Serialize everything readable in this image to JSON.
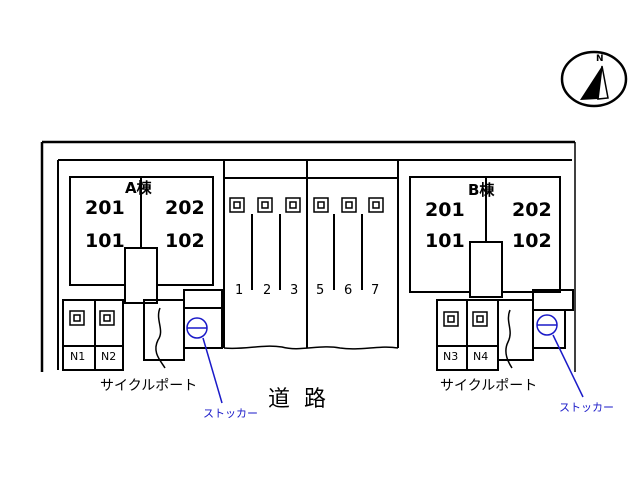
{
  "map": {
    "compass": {
      "label": "N"
    },
    "buildings": [
      {
        "name": "A棟",
        "units": [
          "201",
          "202",
          "101",
          "102"
        ]
      },
      {
        "name": "B棟",
        "units": [
          "201",
          "202",
          "101",
          "102"
        ]
      }
    ],
    "parking_spaces": [
      "1",
      "2",
      "3",
      "5",
      "6",
      "7"
    ],
    "bike_parking": [
      "N1",
      "N2",
      "N3",
      "N4"
    ],
    "cycle_port_label": "サイクルポート",
    "stocker_label": "ストッカー",
    "road_label": "道路",
    "colors": {
      "lines": "#000000",
      "stocker": "#1a1ac8"
    }
  }
}
